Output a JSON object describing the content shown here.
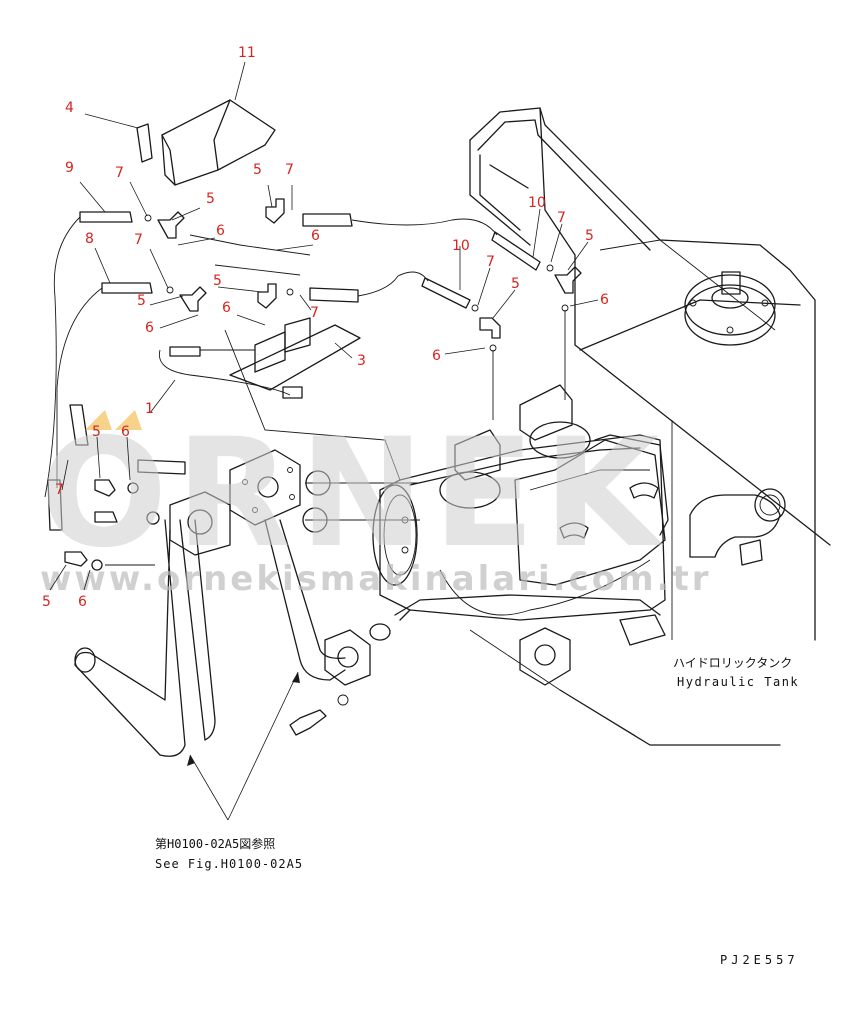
{
  "callouts": [
    {
      "id": "c-11",
      "label": "11"
    },
    {
      "id": "c-4",
      "label": "4"
    },
    {
      "id": "c-9",
      "label": "9"
    },
    {
      "id": "c-7a",
      "label": "7"
    },
    {
      "id": "c-5a",
      "label": "5"
    },
    {
      "id": "c-5b",
      "label": "5"
    },
    {
      "id": "c-7b",
      "label": "7"
    },
    {
      "id": "c-6a",
      "label": "6"
    },
    {
      "id": "c-8",
      "label": "8"
    },
    {
      "id": "c-7c",
      "label": "7"
    },
    {
      "id": "c-6b",
      "label": "6"
    },
    {
      "id": "c-5c",
      "label": "5"
    },
    {
      "id": "c-5d",
      "label": "5"
    },
    {
      "id": "c-6c",
      "label": "6"
    },
    {
      "id": "c-7d",
      "label": "7"
    },
    {
      "id": "c-6d",
      "label": "6"
    },
    {
      "id": "c-3",
      "label": "3"
    },
    {
      "id": "c-1",
      "label": "1"
    },
    {
      "id": "c-10a",
      "label": "10"
    },
    {
      "id": "c-7e",
      "label": "7"
    },
    {
      "id": "c-5e",
      "label": "5"
    },
    {
      "id": "c-6e",
      "label": "6"
    },
    {
      "id": "c-10b",
      "label": "10"
    },
    {
      "id": "c-7f",
      "label": "7"
    },
    {
      "id": "c-5f",
      "label": "5"
    },
    {
      "id": "c-6f",
      "label": "6"
    },
    {
      "id": "c-5g",
      "label": "5"
    },
    {
      "id": "c-6g",
      "label": "6"
    },
    {
      "id": "c-7g",
      "label": "7"
    },
    {
      "id": "c-5h",
      "label": "5"
    },
    {
      "id": "c-6h",
      "label": "6"
    }
  ],
  "notes": {
    "tank_jp": "ハイドロリックタンク",
    "tank_en": "Hydraulic Tank",
    "ref_jp": "第H0100-02A5図参照",
    "ref_en": "See Fig.H0100-02A5",
    "drawing_code": "PJ2E557"
  },
  "watermark": {
    "brand": "ORNEK",
    "site": "www.ornekismakinalari.com.tr"
  },
  "colors": {
    "callout": "#d8231f",
    "line": "#1a1a1a",
    "watermark": "#cfcfcf",
    "watermark_accent": "#f0b43c"
  }
}
